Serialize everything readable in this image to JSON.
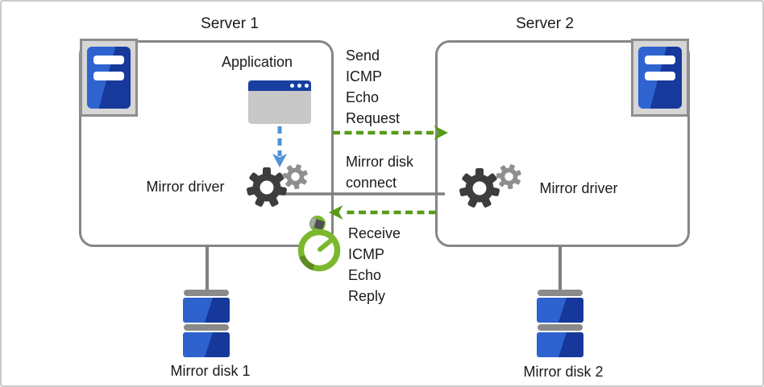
{
  "server1": {
    "title": "Server 1",
    "application_label": "Application",
    "mirror_driver_label": "Mirror driver",
    "disk_label": "Mirror disk 1"
  },
  "server2": {
    "title": "Server 2",
    "mirror_driver_label": "Mirror driver",
    "disk_label": "Mirror disk 2"
  },
  "annotations": {
    "send_icmp": "Send\nICMP\nEcho\nRequest",
    "mirror_disk_connect": "Mirror disk\nconnect",
    "receive_icmp": "Receive\nICMP\nEcho\nReply"
  },
  "icons": {
    "server_tower": "server-tower-icon",
    "application_window": "app-window-icon",
    "mirror_driver": "gears-icon",
    "heartbeat_timer": "stopwatch-icon",
    "mirror_disk": "disk-stack-icon"
  },
  "colors": {
    "icmp_arrow_green": "#579b19",
    "app_arrow_blue": "#4f93d6",
    "stopwatch_green": "#7cb82e",
    "stopwatch_dark_green": "#5d8c1e",
    "gear_dark": "#3d3d3d",
    "gear_light": "#8f8f8f",
    "server_blue_light": "#2f64d0",
    "server_blue_dark": "#16399b",
    "line_gray": "#7f7f7f",
    "border_gray": "#868686"
  }
}
